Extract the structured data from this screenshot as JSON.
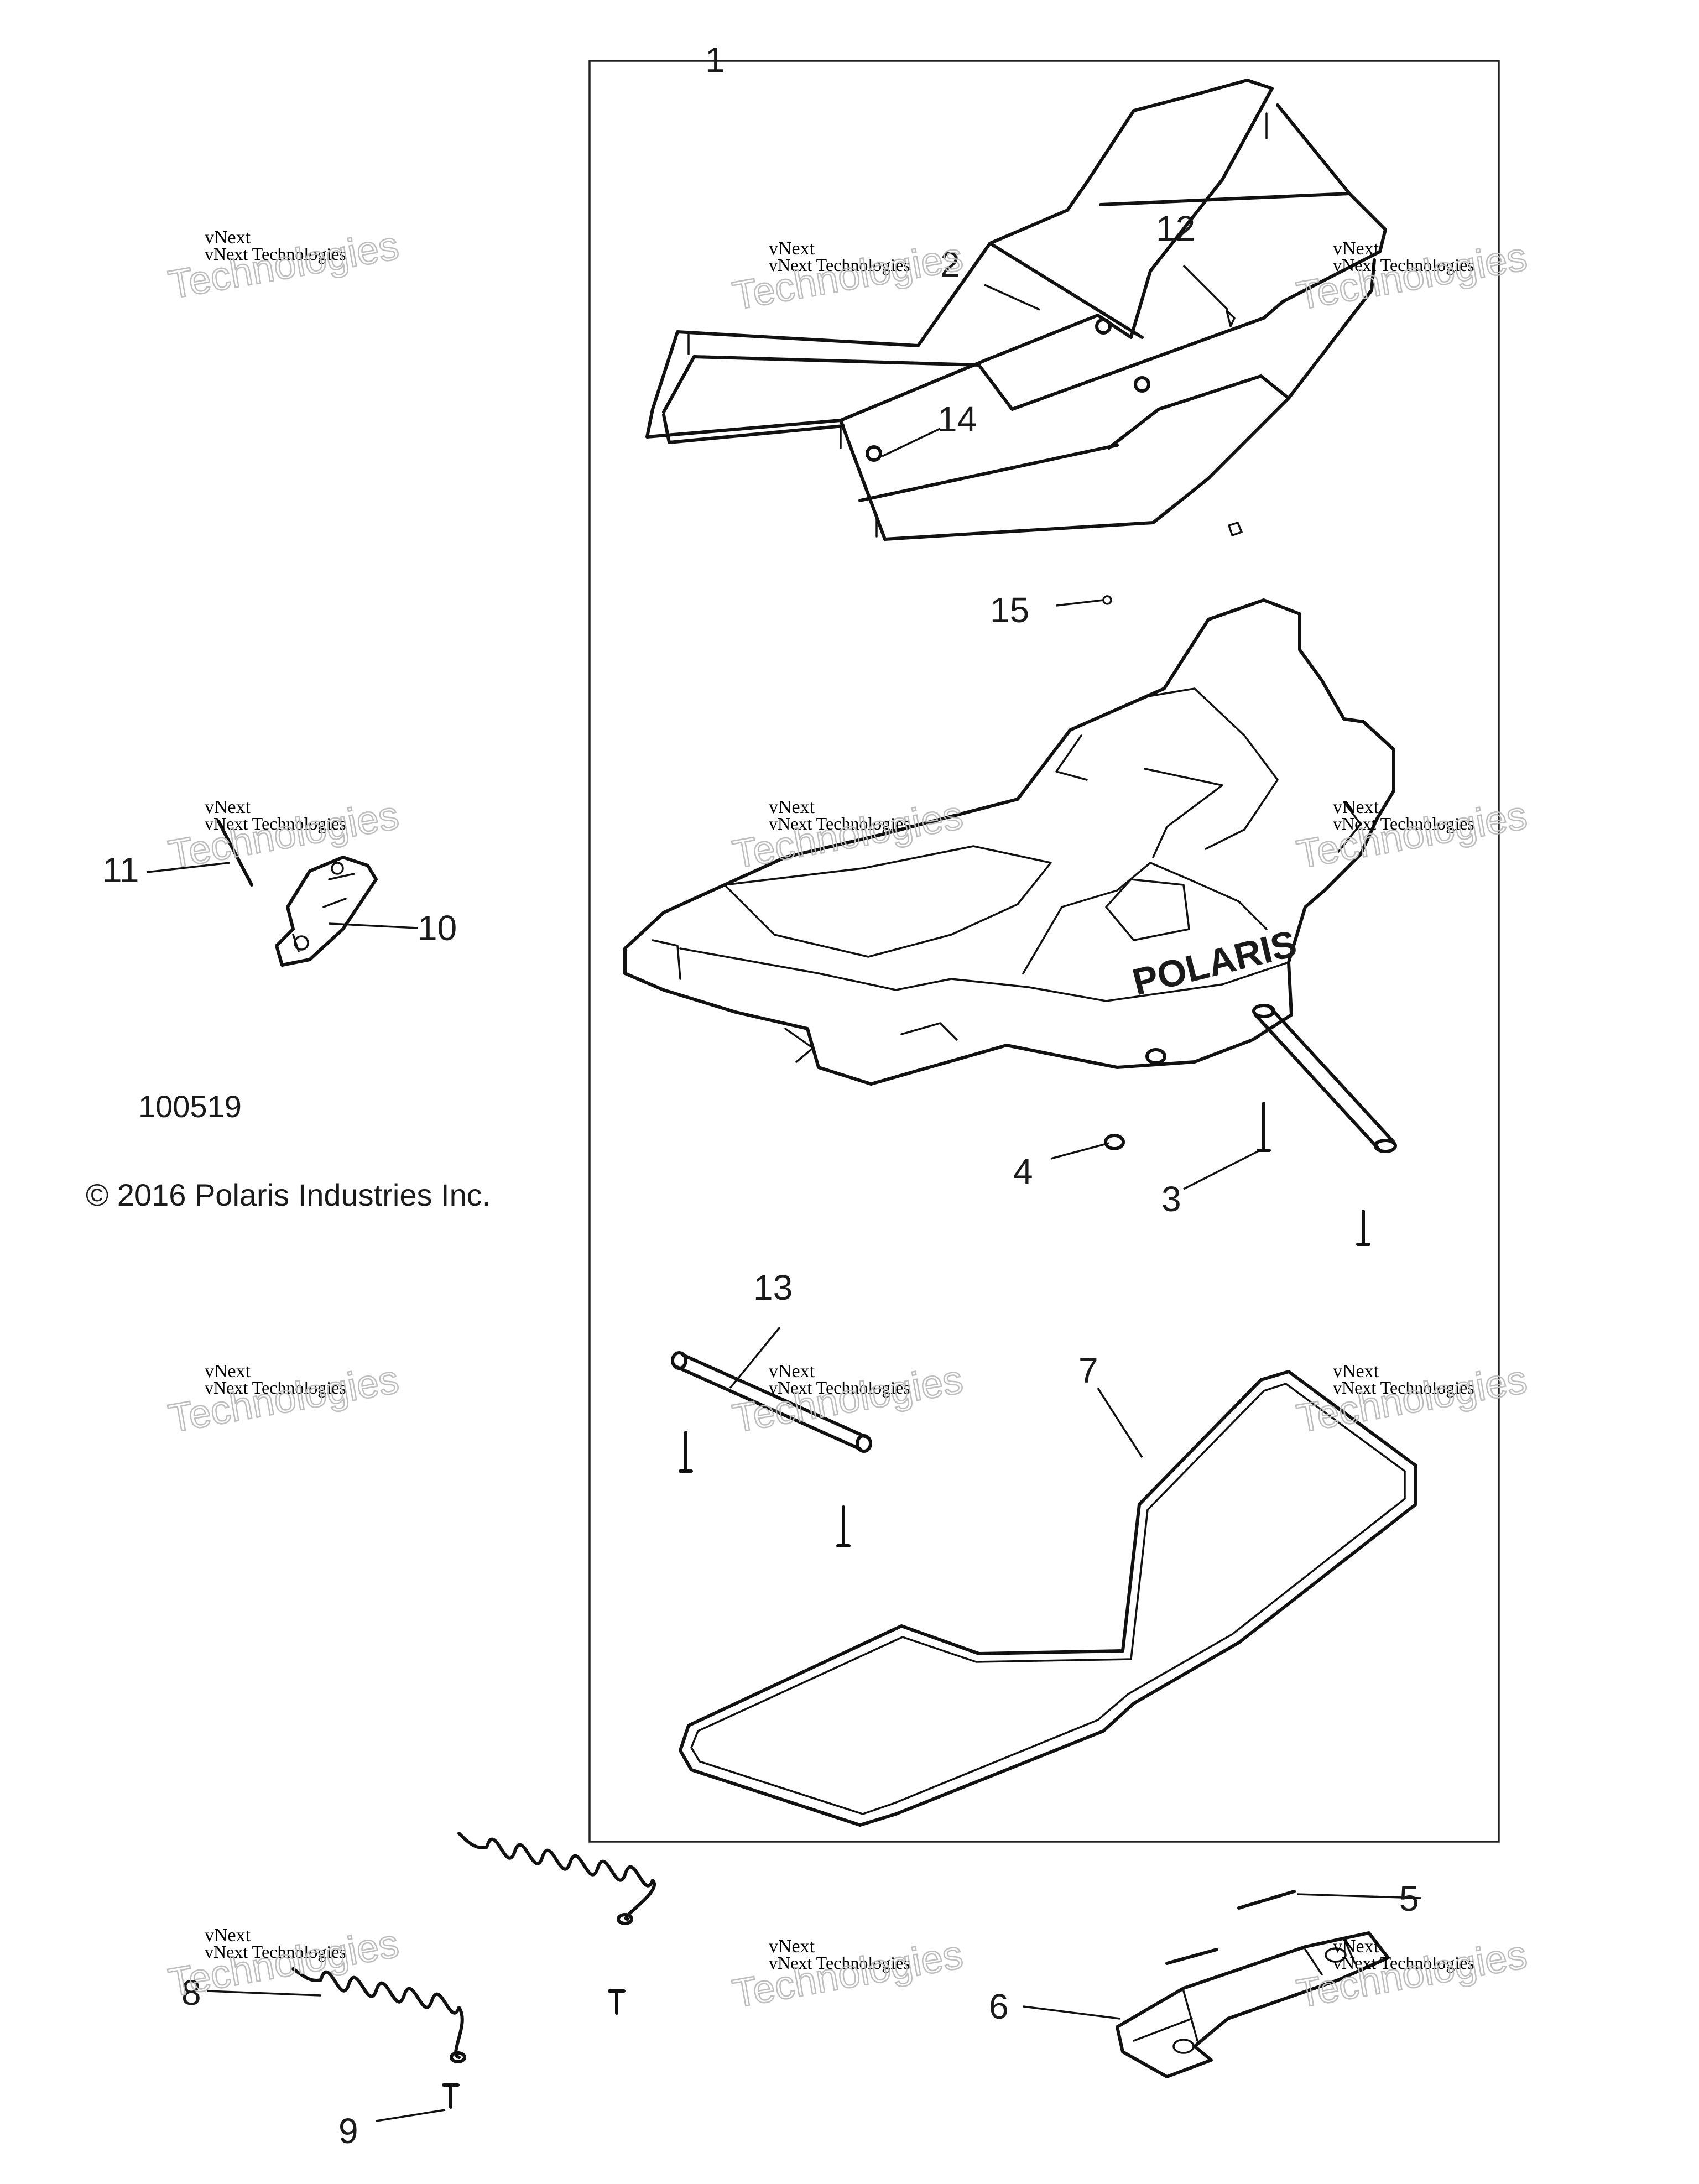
{
  "diagram_id": "100519",
  "copyright": "© 2016 Polaris Industries Inc.",
  "brand_mark": "POLARIS",
  "watermark": {
    "line1": "vNext Technologies",
    "line2": "vNext",
    "line3": "Technologies"
  },
  "callouts": {
    "c1": "1",
    "c2": "2",
    "c3": "3",
    "c4": "4",
    "c5": "5",
    "c6": "6",
    "c7": "7",
    "c8": "8",
    "c9": "9",
    "c10": "10",
    "c11": "11",
    "c12": "12",
    "c13": "13",
    "c14": "14",
    "c15": "15"
  }
}
